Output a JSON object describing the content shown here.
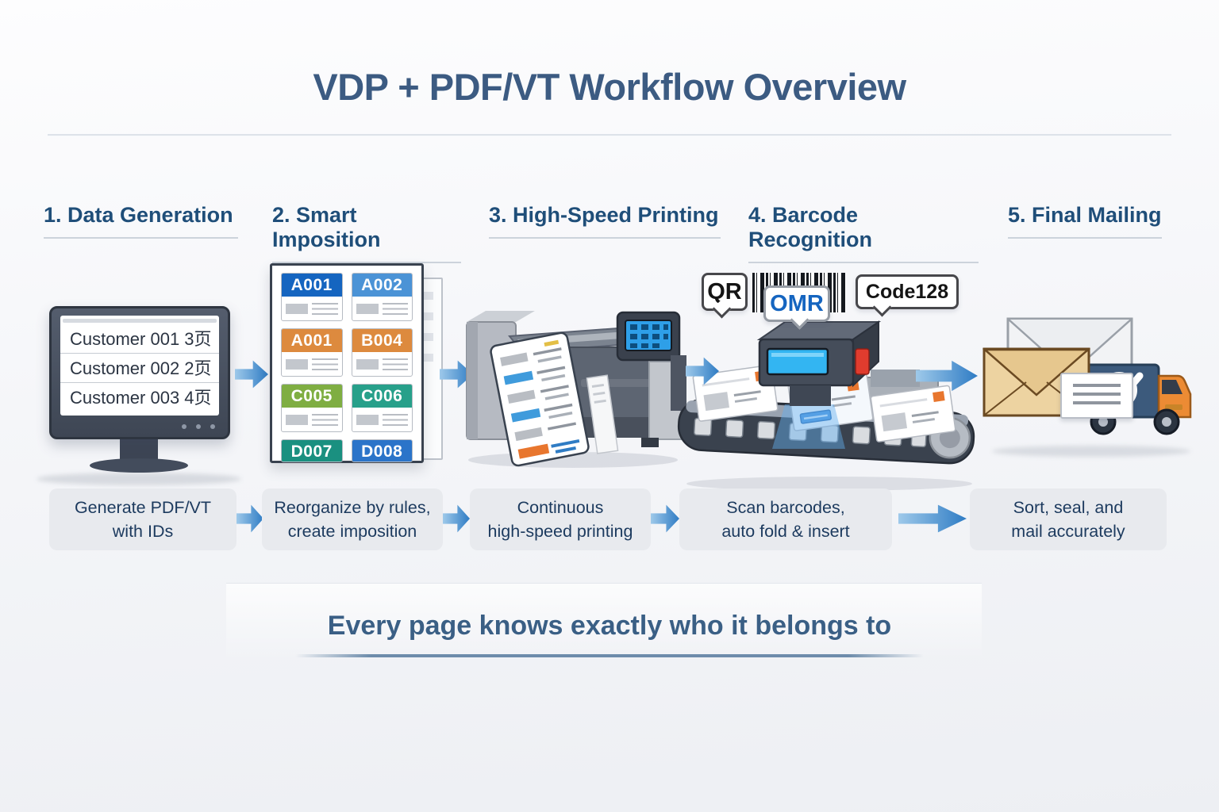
{
  "title": "VDP + PDF/VT Workflow Overview",
  "steps": [
    {
      "header": "1. Data Generation",
      "desc_line1": "Generate PDF/VT",
      "desc_line2": "with IDs"
    },
    {
      "header": "2. Smart Imposition",
      "desc_line1": "Reorganize by rules,",
      "desc_line2": "create imposition"
    },
    {
      "header": "3. High-Speed Printing",
      "desc_line1": "Continuous",
      "desc_line2": "high-speed printing"
    },
    {
      "header": "4. Barcode Recognition",
      "desc_line1": "Scan barcodes,",
      "desc_line2": "auto fold & insert"
    },
    {
      "header": "5. Final Mailing",
      "desc_line1": "Sort, seal, and",
      "desc_line2": "mail accurately"
    }
  ],
  "monitor": {
    "rows": [
      "Customer 001 3页",
      "Customer 002 2页",
      "Customer 003 4页"
    ]
  },
  "imposition": {
    "cards": [
      {
        "id": "A001",
        "color": "#1565c0"
      },
      {
        "id": "A002",
        "color": "#4b93d6"
      },
      {
        "id": "A001",
        "color": "#dd8a3e"
      },
      {
        "id": "B004",
        "color": "#dd8a3e"
      },
      {
        "id": "C005",
        "color": "#7fae42"
      },
      {
        "id": "C006",
        "color": "#27a08a"
      },
      {
        "id": "D007",
        "color": "#1a9080"
      },
      {
        "id": "D008",
        "color": "#2b74c9"
      }
    ]
  },
  "barcode": {
    "qr": "QR",
    "omr": "OMR",
    "code128": "Code128"
  },
  "tagline": "Every page knows exactly who it belongs to",
  "colors": {
    "title_blue": "#3c5b82",
    "step_header_blue": "#1f4e79",
    "body_text_blue": "#1c3a5e",
    "arrow_blue": "#2f7cc4",
    "arrow_blue_light": "#9ec9ea",
    "tagline_underline": "#6d8cab",
    "stamp_orange": "#e8762e",
    "scanner_beam_blue": "#64afe8"
  }
}
